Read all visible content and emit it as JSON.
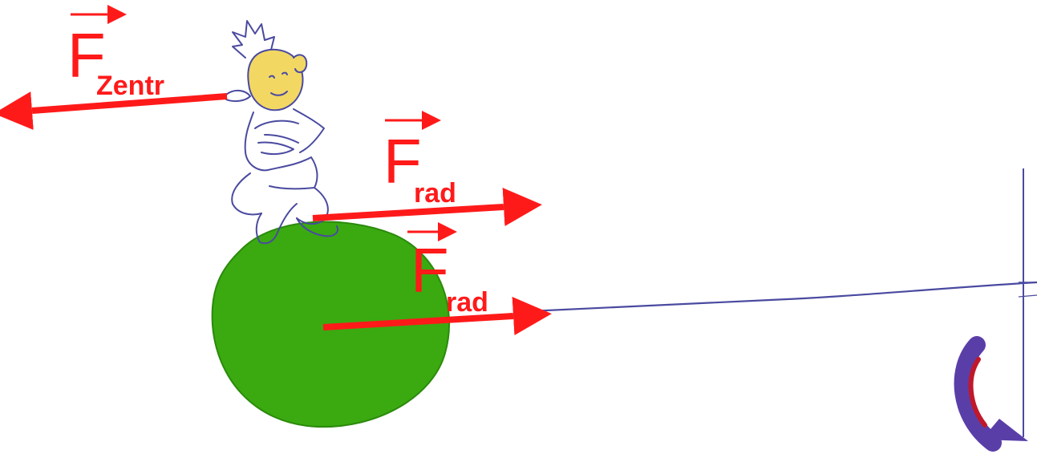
{
  "colors": {
    "vector": "#ff1a1a",
    "ball": "#3aaa10",
    "ball_edge": "#2b8a0b",
    "pencil": "#4a4aa0",
    "face": "#f2d863",
    "curved_arrow": "#5a3ea8",
    "curved_arrow_inner": "#c0182a"
  },
  "icons": {
    "figure": "seated-figure-sketch",
    "ball": "green-ball",
    "rope": "rope-line",
    "post": "vertical-post",
    "rotation": "curved-rotation-arrow-icon"
  },
  "labels": [
    {
      "id": "zentr",
      "letter": "F",
      "subscript": "Zentr"
    },
    {
      "id": "rad_upper",
      "letter": "F",
      "subscript": "rad"
    },
    {
      "id": "rad_lower",
      "letter": "F",
      "subscript": "rad"
    }
  ]
}
